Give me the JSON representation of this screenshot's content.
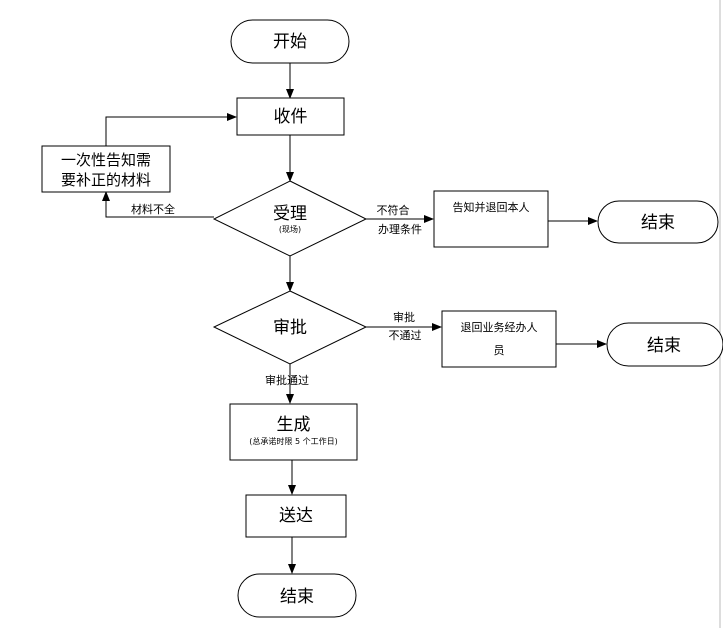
{
  "nodes": {
    "start": "开始",
    "receive": "收件",
    "notify_line1": "一次性告知需",
    "notify_line2": "要补正的材料",
    "accept": "受理",
    "accept_sub": "(现场)",
    "reject_return": "告知并退回本人",
    "end_reject": "结束",
    "approve": "审批",
    "return_staff_line1": "退回业务经办人",
    "return_staff_line2": "员",
    "end_return": "结束",
    "generate": "生成",
    "generate_sub": "(总承诺时限 5 个工作日)",
    "deliver": "送达",
    "end_final": "结束"
  },
  "edge_labels": {
    "incomplete": "材料不全",
    "not_meet_1": "不符合",
    "not_meet_2": "办理条件",
    "fail_1": "审批",
    "fail_2": "不通过",
    "pass": "审批通过"
  }
}
